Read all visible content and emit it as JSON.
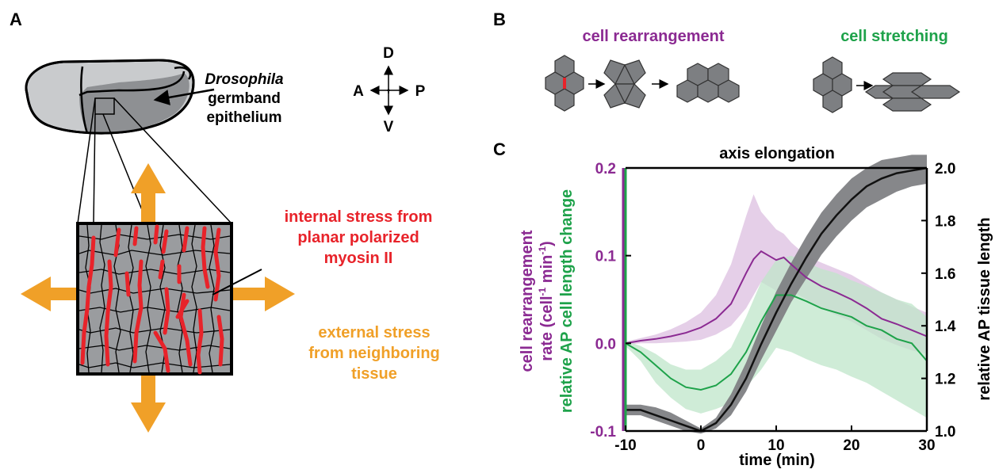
{
  "panels": {
    "a": "A",
    "b": "B",
    "c": "C"
  },
  "panel_a": {
    "species": "Drosophila",
    "label_line2": "germband",
    "label_line3": "epithelium",
    "compass": {
      "up": "D",
      "down": "V",
      "left": "A",
      "right": "P"
    },
    "internal_stress": [
      "internal stress from",
      "planar polarized",
      "myosin II"
    ],
    "external_stress": [
      "external stress",
      "from neighboring",
      "tissue"
    ],
    "colors": {
      "myosin": "#e8232a",
      "external": "#f0a028",
      "tissue": "#9a9c9f",
      "embryo": "#c9cbcd"
    }
  },
  "panel_b": {
    "rearrangement": "cell rearrangement",
    "stretching": "cell stretching",
    "colors": {
      "rearrangement": "#8b2a92",
      "stretching": "#1ea24a",
      "cells": "#7d7f82"
    }
  },
  "chart_data": {
    "type": "line",
    "title": "axis elongation",
    "xlabel": "time (min)",
    "ylabel_left_1": "cell rearrangement",
    "ylabel_left_2a": "rate  (cell",
    "ylabel_left_sup1": "-1",
    "ylabel_left_2b": " min",
    "ylabel_left_sup2": "-1",
    "ylabel_left_2c": ")",
    "ylabel_left_3": "relative AP cell length change",
    "ylabel_right": "relative AP tissue length",
    "xlim": [
      -10,
      30
    ],
    "ylim_left": [
      -0.1,
      0.2
    ],
    "ylim_right": [
      1.0,
      2.0
    ],
    "xticks": [
      -10,
      0,
      10,
      20,
      30
    ],
    "xtick_labels": [
      "-10",
      "0",
      "10",
      "20",
      "30"
    ],
    "yticks_left": [
      -0.1,
      0.0,
      0.1,
      0.2
    ],
    "ytick_labels_left": [
      "-0.1",
      "0.0",
      "0.1",
      "0.2"
    ],
    "yticks_right": [
      1.0,
      1.2,
      1.4,
      1.6,
      1.8,
      2.0
    ],
    "ytick_labels_right": [
      "1.0",
      "1.2",
      "1.4",
      "1.6",
      "1.8",
      "2.0"
    ],
    "series": [
      {
        "color": "#8b2a92",
        "band_color": "#dcbfe0",
        "axis": "left",
        "x": [
          -10,
          -8,
          -6,
          -4,
          -2,
          0,
          2,
          4,
          6,
          7,
          8,
          9,
          10,
          11,
          12,
          14,
          16,
          18,
          20,
          22,
          24,
          26,
          28,
          30
        ],
        "y": [
          0.0,
          0.003,
          0.005,
          0.008,
          0.012,
          0.018,
          0.028,
          0.045,
          0.08,
          0.096,
          0.105,
          0.1,
          0.095,
          0.098,
          0.09,
          0.075,
          0.065,
          0.058,
          0.05,
          0.04,
          0.028,
          0.022,
          0.015,
          0.008
        ],
        "upper": [
          0.002,
          0.006,
          0.01,
          0.016,
          0.024,
          0.035,
          0.055,
          0.09,
          0.145,
          0.17,
          0.15,
          0.14,
          0.13,
          0.125,
          0.115,
          0.1,
          0.092,
          0.085,
          0.078,
          0.068,
          0.058,
          0.05,
          0.042,
          0.035
        ],
        "lower": [
          -0.002,
          0.0,
          0.0,
          0.001,
          0.002,
          0.004,
          0.01,
          0.02,
          0.04,
          0.055,
          0.07,
          0.065,
          0.06,
          0.062,
          0.06,
          0.05,
          0.04,
          0.032,
          0.025,
          0.015,
          0.005,
          -0.002,
          -0.008,
          -0.012
        ]
      },
      {
        "color": "#1ea24a",
        "band_color": "#bfe6c9",
        "axis": "left",
        "x": [
          -10,
          -8,
          -6,
          -4,
          -2,
          0,
          2,
          4,
          6,
          8,
          10,
          12,
          14,
          16,
          18,
          20,
          22,
          24,
          26,
          28,
          30
        ],
        "y": [
          0.0,
          -0.01,
          -0.025,
          -0.04,
          -0.05,
          -0.053,
          -0.048,
          -0.035,
          -0.01,
          0.025,
          0.055,
          0.055,
          0.048,
          0.04,
          0.035,
          0.03,
          0.02,
          0.015,
          0.005,
          0.0,
          -0.02
        ],
        "upper": [
          0.003,
          -0.003,
          -0.012,
          -0.024,
          -0.03,
          -0.03,
          -0.02,
          -0.005,
          0.03,
          0.07,
          0.095,
          0.1,
          0.092,
          0.085,
          0.08,
          0.072,
          0.065,
          0.058,
          0.05,
          0.045,
          0.03
        ],
        "lower": [
          -0.003,
          -0.02,
          -0.045,
          -0.062,
          -0.075,
          -0.08,
          -0.075,
          -0.068,
          -0.05,
          -0.03,
          -0.005,
          -0.01,
          -0.018,
          -0.025,
          -0.03,
          -0.038,
          -0.045,
          -0.055,
          -0.065,
          -0.075,
          -0.085
        ]
      },
      {
        "color": "#111111",
        "band_color": "#7f8184",
        "axis": "right",
        "x": [
          -10,
          -8,
          -6,
          -4,
          -2,
          0,
          2,
          4,
          6,
          8,
          10,
          12,
          14,
          16,
          18,
          20,
          22,
          24,
          26,
          28,
          30
        ],
        "y": [
          1.08,
          1.08,
          1.06,
          1.04,
          1.02,
          1.0,
          1.03,
          1.1,
          1.2,
          1.33,
          1.45,
          1.56,
          1.66,
          1.75,
          1.82,
          1.88,
          1.93,
          1.96,
          1.98,
          1.99,
          2.0
        ],
        "upper": [
          1.1,
          1.1,
          1.09,
          1.07,
          1.04,
          1.01,
          1.05,
          1.14,
          1.26,
          1.4,
          1.53,
          1.64,
          1.74,
          1.83,
          1.9,
          1.96,
          2.0,
          2.03,
          2.04,
          2.05,
          2.05
        ],
        "lower": [
          1.06,
          1.06,
          1.04,
          1.02,
          1.0,
          0.99,
          1.01,
          1.06,
          1.15,
          1.27,
          1.38,
          1.49,
          1.58,
          1.67,
          1.74,
          1.8,
          1.85,
          1.88,
          1.91,
          1.93,
          1.94
        ]
      }
    ]
  }
}
